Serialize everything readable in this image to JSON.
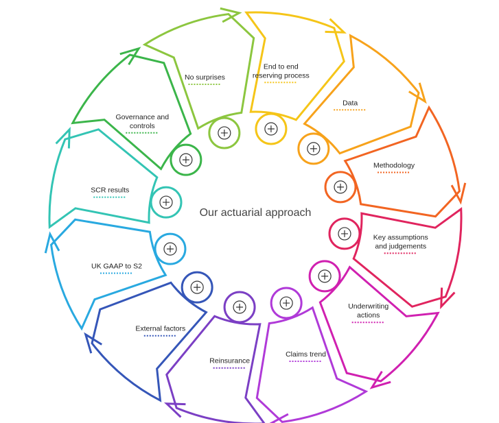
{
  "center_title": "Our actuarial approach",
  "segments": [
    {
      "label": [
        "End to end",
        "reserving process"
      ],
      "color": "#f5c518",
      "icon": "lightbulb-icon"
    },
    {
      "label": [
        "Data"
      ],
      "color": "#f7a21b",
      "icon": "hourglass-icon"
    },
    {
      "label": [
        "Methodology"
      ],
      "color": "#f26522",
      "icon": "rocket-icon"
    },
    {
      "label": [
        "Key assumptions",
        "and judgements"
      ],
      "color": "#e0245e",
      "icon": "target-icon"
    },
    {
      "label": [
        "Underwriting",
        "actions"
      ],
      "color": "#d020b0",
      "icon": "gauge-icon"
    },
    {
      "label": [
        "Claims trend"
      ],
      "color": "#b03ad8",
      "icon": "trophy-icon"
    },
    {
      "label": [
        "Reinsurance"
      ],
      "color": "#7b3fc4",
      "icon": "gear-icon"
    },
    {
      "label": [
        "External factors"
      ],
      "color": "#3556b8",
      "icon": "handshake-icon"
    },
    {
      "label": [
        "UK GAAP to S2"
      ],
      "color": "#29a9e0",
      "icon": "magnifier-dollar-icon"
    },
    {
      "label": [
        "SCR results"
      ],
      "color": "#33c4b4",
      "icon": "banknote-icon"
    },
    {
      "label": [
        "Governance and",
        "controls"
      ],
      "color": "#3bb54a",
      "icon": "briefcase-icon"
    },
    {
      "label": [
        "No surprises"
      ],
      "color": "#8cc63f",
      "icon": "globe-icon"
    }
  ]
}
